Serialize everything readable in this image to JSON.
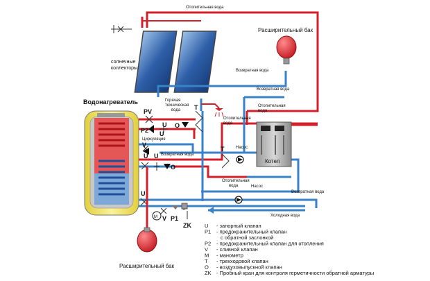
{
  "labels": {
    "top_heating_water": "Отопительная вода",
    "expansion_tank_top": "Расширительный бак",
    "solar_collectors_1": "солнечные",
    "solar_collectors_2": "коллекторы",
    "return_water_top": "Возвратная вода",
    "water_heater": "Водонагреватель",
    "hot_tech_water_1": "Горячая",
    "hot_tech_water_2": "техническая",
    "hot_tech_water_3": "вода",
    "return_water_mid": "Возвратная вода",
    "heating_water_mid": "Отопительная",
    "heating_water_mid2": "вода",
    "heating_water_right": "Отопительная",
    "heating_water_right2": "вода",
    "circulation": "Циркуляция",
    "return_water_left": "Возвратная вода",
    "pump_top": "Насос",
    "boiler": "Котел",
    "heating_water_bottom": "Отопительная",
    "heating_water_bottom2": "вода",
    "pump_bottom": "Насос",
    "return_water_bottom": "Возвратная вода",
    "cold_water": "Холодная вода",
    "expansion_tank_bottom": "Расширительный бак"
  },
  "valve_marks": {
    "pv": "PV",
    "p2": "P2",
    "u1": "U",
    "u2": "U",
    "u3": "U",
    "u4": "U",
    "u5": "U",
    "u6": "U",
    "v1": "V",
    "v2": "V",
    "o1": "O",
    "o2": "O",
    "t1": "T",
    "t2": "T",
    "m": "M",
    "p1": "P1",
    "zk": "ZK"
  },
  "legend": [
    {
      "code": "U",
      "text": "- запорный клапан"
    },
    {
      "code": "P1",
      "text": "- предохранительный клапан"
    },
    {
      "code": "",
      "text": "с обратной заслонкой"
    },
    {
      "code": "P2",
      "text": "- предохранительный клапан для отопления"
    },
    {
      "code": "V",
      "text": "- сливной клапан"
    },
    {
      "code": "M",
      "text": "- манометр"
    },
    {
      "code": "T",
      "text": "- трехходовой клапан"
    },
    {
      "code": "O",
      "text": "- воздуховыпускной клапан"
    },
    {
      "code": "ZK",
      "text": "- Пробный кран для контроля герметичности обратной арматуры"
    }
  ],
  "colors": {
    "hot_pipe": "#d2202a",
    "cold_pipe": "#3a82c8",
    "tank_yellow": "#f2e36a",
    "panel_blue": "#2f5fa8"
  }
}
